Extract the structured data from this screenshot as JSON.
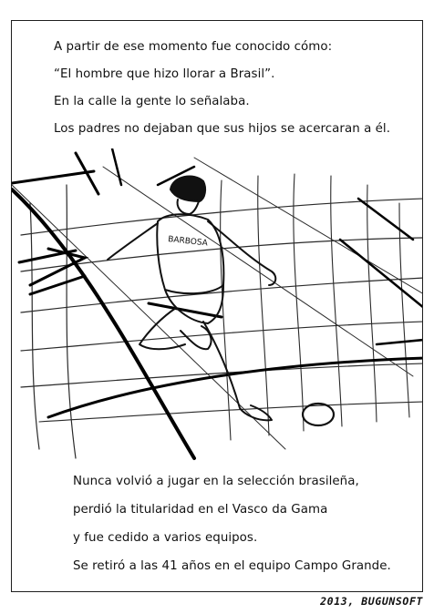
{
  "top_text": [
    "A partir de ese momento fue conocido cómo:",
    "“El hombre que hizo llorar a Brasil”.",
    "En la calle la gente lo señalaba.",
    "Los padres no dejaban que sus hijos se acercaran a él."
  ],
  "illustration": {
    "jersey_text": "BARBOSA"
  },
  "bottom_text": [
    "Nunca volvió a jugar en la selección brasileña,",
    "perdió la titularidad en el Vasco da Gama",
    "y fue cedido a varios equipos.",
    "Se retiró a las 41 años en el equipo Campo Grande."
  ],
  "credit": "2013, BUGUNSOFT",
  "colors": {
    "ink": "#111111",
    "paper": "#ffffff"
  }
}
